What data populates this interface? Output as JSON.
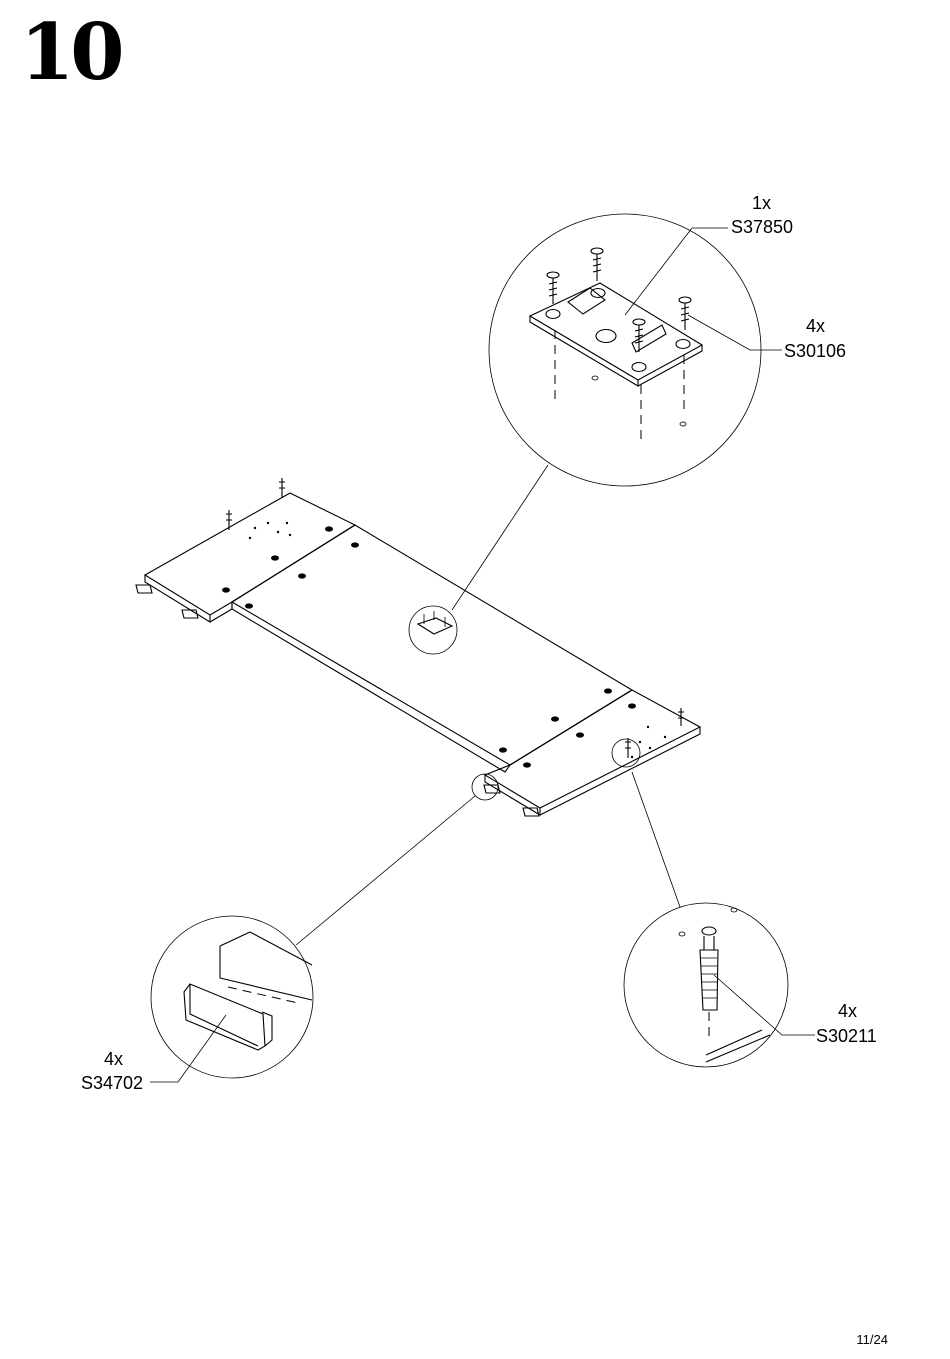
{
  "step": {
    "number": "10"
  },
  "parts": {
    "bracket": {
      "qty": "1x",
      "code": "S37850"
    },
    "screw": {
      "qty": "4x",
      "code": "S30106"
    },
    "glider": {
      "qty": "4x",
      "code": "S34702"
    },
    "dowel": {
      "qty": "4x",
      "code": "S30211"
    }
  },
  "page": {
    "number": "11/24"
  }
}
